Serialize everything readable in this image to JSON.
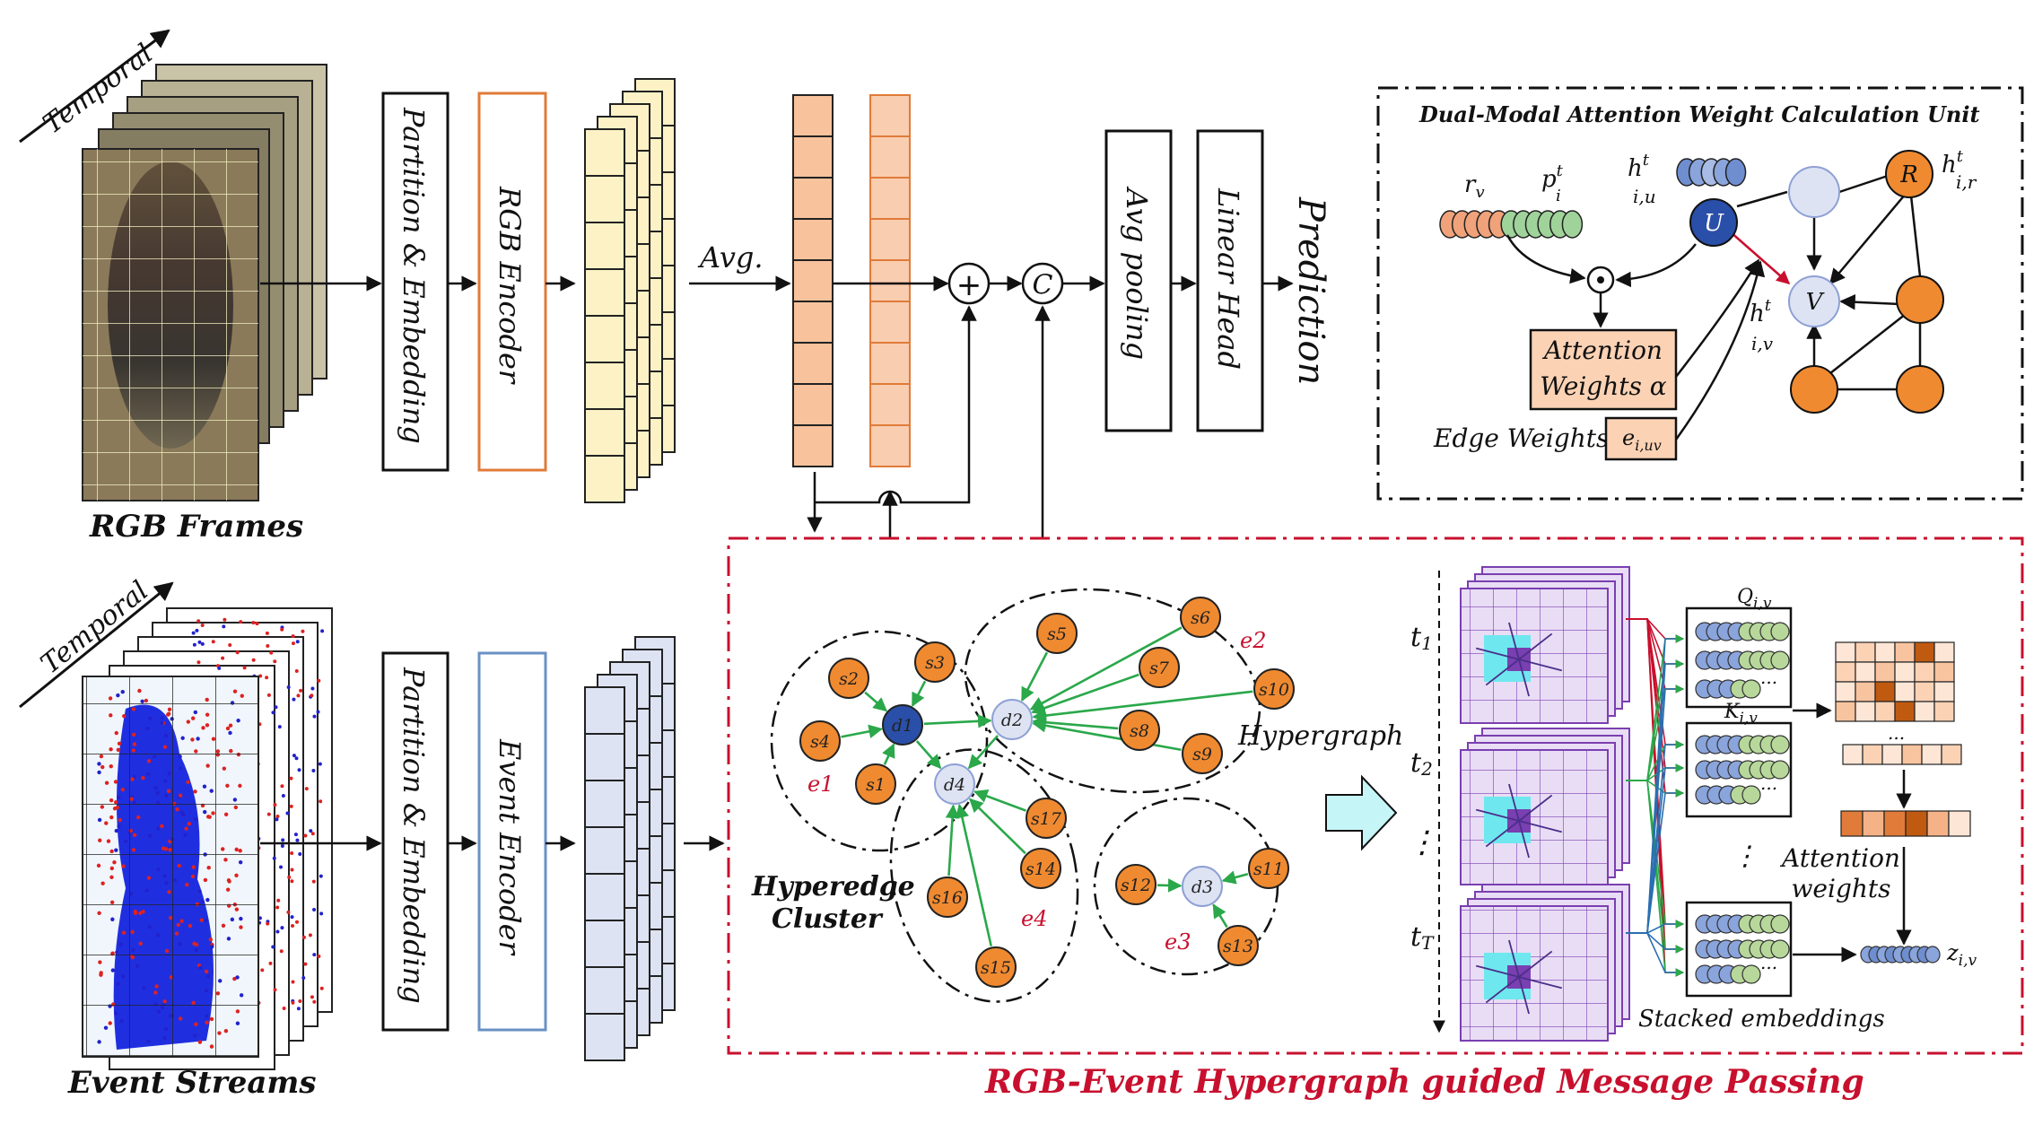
{
  "labels": {
    "temporal_top": "Temporal",
    "temporal_bottom": "Temporal",
    "rgb_frames": "RGB Frames",
    "event_streams": "Event Streams",
    "partition_rgb": "Partition & Embedding",
    "partition_event": "Partition & Embedding",
    "rgb_encoder": "RGB Encoder",
    "event_encoder": "Event Encoder",
    "avg": "Avg.",
    "plus": "+",
    "concat": "C",
    "avg_pooling": "Avg pooling",
    "linear_head": "Linear Head",
    "prediction": "Prediction"
  },
  "attention_unit": {
    "title": "Dual-Modal Attention Weight Calculation Unit",
    "r_v": "r",
    "r_v_sub": "v",
    "p_it": "p",
    "p_it_sup": "t",
    "p_it_sub": "i",
    "h_iu": "h",
    "h_iu_sup": "t",
    "h_iu_sub": "i,u",
    "h_ir": "h",
    "h_ir_sup": "t",
    "h_ir_sub": "i,r",
    "h_iv": "h",
    "h_iv_sup": "t",
    "h_iv_sub": "i,v",
    "node_u": "U",
    "node_r": "R",
    "node_v": "V",
    "odot": "⊙",
    "attention_weights_line1": "Attention",
    "attention_weights_line2": "Weights α",
    "edge_weights": "Edge Weights",
    "e_iuv": "e",
    "e_iuv_sub": "i,uv"
  },
  "hypergraph": {
    "title": "RGB-Event Hypergraph guided Message Passing",
    "hypergraph_label": "Hypergraph",
    "hyperedge_cluster_1": "Hyperedge",
    "hyperedge_cluster_2": "Cluster",
    "edges": [
      "e1",
      "e2",
      "e3",
      "e4"
    ],
    "centers": [
      "d1",
      "d2",
      "d3",
      "d4"
    ],
    "samples": [
      "s1",
      "s2",
      "s3",
      "s4",
      "s5",
      "s6",
      "s7",
      "s8",
      "s9",
      "s10",
      "s11",
      "s12",
      "s13",
      "s14",
      "s15",
      "s16",
      "s17"
    ],
    "time_t1": "t",
    "time_t1_sub": "1",
    "time_t2": "t",
    "time_t2_sub": "2",
    "time_tT": "t",
    "time_tT_sub": "T",
    "q_label": "Q",
    "q_sub": "i,v",
    "k_label": "K",
    "k_sub": "i,v",
    "attention_weights_1": "Attention",
    "attention_weights_2": "weights",
    "z_label": "z",
    "z_sub": "i,v",
    "stacked_embeddings": "Stacked embeddings"
  },
  "colors": {
    "orange": "#f08a30",
    "orange_light": "#f7c9a8",
    "yellow": "#fdf2c6",
    "blue_light": "#dde3f3",
    "blue_dark": "#2a4fa8",
    "green": "#2aa84a",
    "red": "#c8102e",
    "purple": "#7a3fb0",
    "cyan": "#6ee8ee"
  }
}
